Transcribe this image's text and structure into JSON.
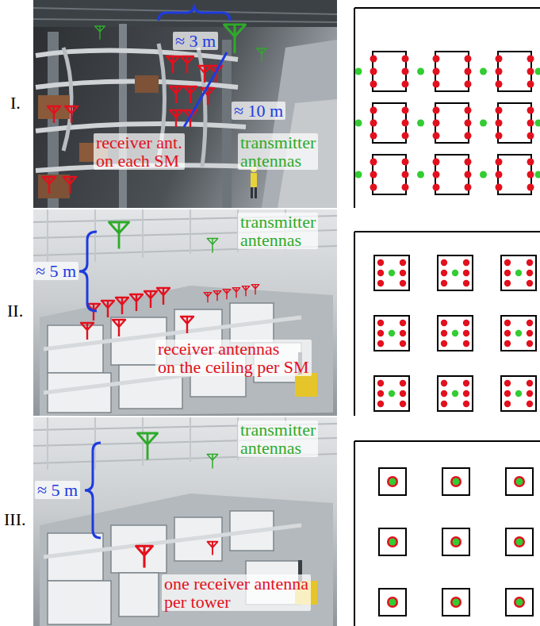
{
  "diagram": {
    "labels": [
      "I.",
      "≈ 3 m",
      "≈ 10 m",
      "receiver ant. on each SM",
      "transmitter antennas",
      "II.",
      "transmitter antennas",
      "≈ 5 m",
      "receiver antennas on the ceiling per SM",
      "III.",
      "transmitter antennas",
      "≈ 5 m",
      "one receiver antenna per tower"
    ]
  }
}
